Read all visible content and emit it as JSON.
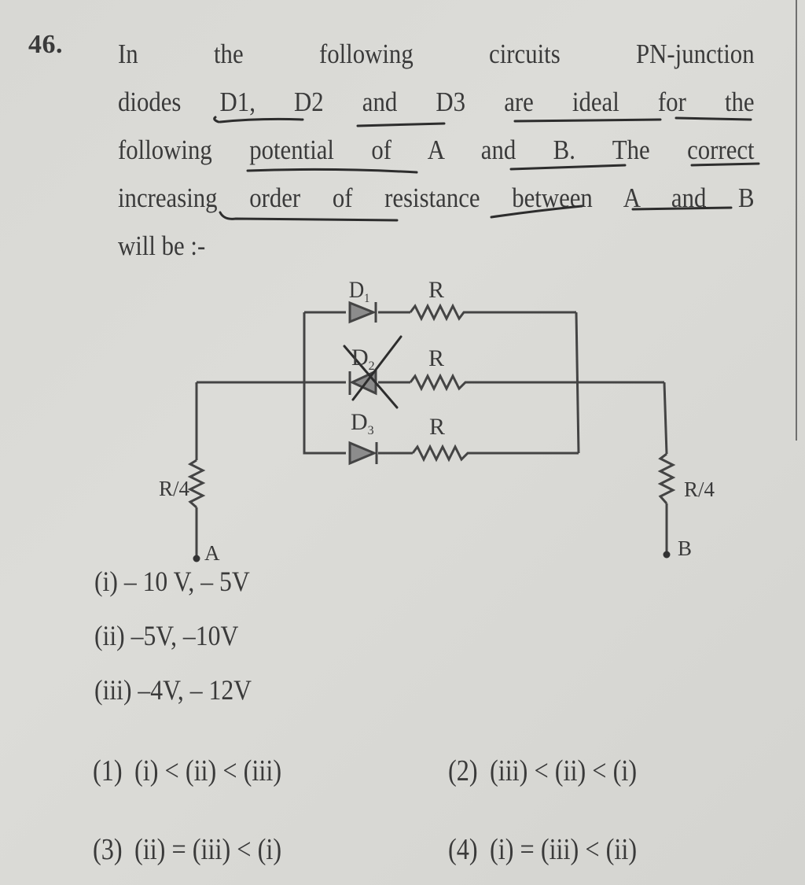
{
  "question": {
    "number": "46.",
    "stem_lines": [
      "In the following circuits PN-junction",
      "diodes D1, D2 and D3 are ideal for the",
      "following potential of A and B. The correct",
      "increasing order of resistance between A and B",
      "will be :-"
    ],
    "stem_full": "In the following circuits PN-junction diodes D1, D2 and D3 are ideal for the following potential of A and B. The correct increasing order of resistance between A and B will be :-"
  },
  "circuit": {
    "diodes": [
      {
        "label": "D",
        "sub": "1",
        "direction": "right",
        "resistor": "R"
      },
      {
        "label": "D",
        "sub": "2",
        "direction": "left",
        "resistor": "R",
        "crossed_out": true
      },
      {
        "label": "D",
        "sub": "3",
        "direction": "right",
        "resistor": "R"
      }
    ],
    "left_resistor": "R/4",
    "right_resistor": "R/4",
    "terminal_a": "A",
    "terminal_b": "B"
  },
  "cases": [
    {
      "id": "(i)",
      "text": "(i) – 10 V, – 5V"
    },
    {
      "id": "(ii)",
      "text": "(ii) –5V, –10V"
    },
    {
      "id": "(iii)",
      "text": "(iii) –4V, – 12V"
    }
  ],
  "options": [
    {
      "num": "(1)",
      "text": "(i) < (ii) < (iii)"
    },
    {
      "num": "(2)",
      "text": "(iii) < (ii) < (i)"
    },
    {
      "num": "(3)",
      "text": "(ii) = (iii) < (i)"
    },
    {
      "num": "(4)",
      "text": "(i) = (iii) < (ii)"
    }
  ]
}
